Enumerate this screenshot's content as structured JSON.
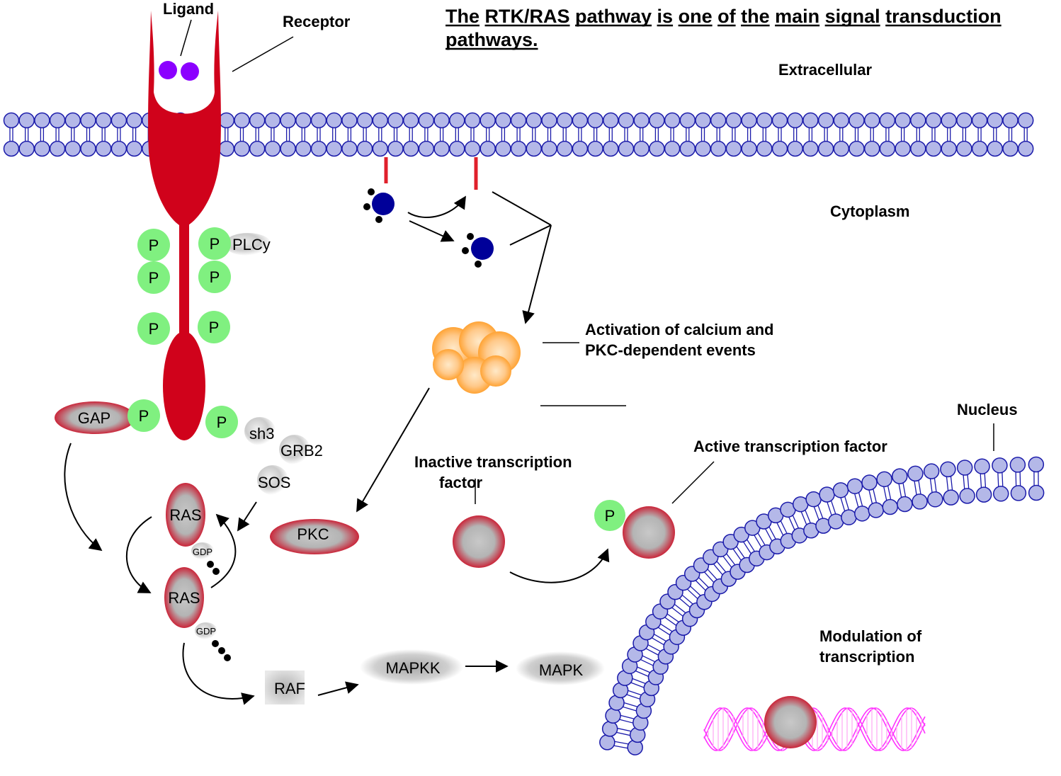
{
  "title": {
    "line1_words": [
      "The",
      "RTK/RAS",
      "pathway",
      "is",
      "one",
      "of",
      "the",
      "main",
      "signal",
      "transduction"
    ],
    "line2_words": [
      "pathways."
    ]
  },
  "labels": {
    "ligand": "Ligand",
    "receptor": "Receptor",
    "extracellular": "Extracellular",
    "cytoplasm": "Cytoplasm",
    "activation_line1": "Activation of calcium and",
    "activation_line2": "PKC-dependent events",
    "nucleus": "Nucleus",
    "active_tf": "Active transcription factor",
    "inactive_tf_line1": "Inactive transcription",
    "inactive_tf_line2": "factor",
    "modulation_line1": "Modulation of",
    "modulation_line2": "transcription"
  },
  "molecules": {
    "phospho": "P",
    "plcy": "PLCy",
    "gap": "GAP",
    "sh3": "sh3",
    "grb2": "GRB2",
    "sos": "SOS",
    "ras": "RAS",
    "gdp": "GDP",
    "pkc": "PKC",
    "raf": "RAF",
    "mapkk": "MAPKK",
    "mapk": "MAPK"
  },
  "colors": {
    "receptor": "#d0021b",
    "phospho": "#80f080",
    "ligand": "#8b00ff",
    "lipid_head": "#b4b8e8",
    "lipid_stroke": "#1a1aaa",
    "second_messenger": "#000099",
    "dna": "#ff33ff",
    "cloud": "#ff9a1f"
  }
}
